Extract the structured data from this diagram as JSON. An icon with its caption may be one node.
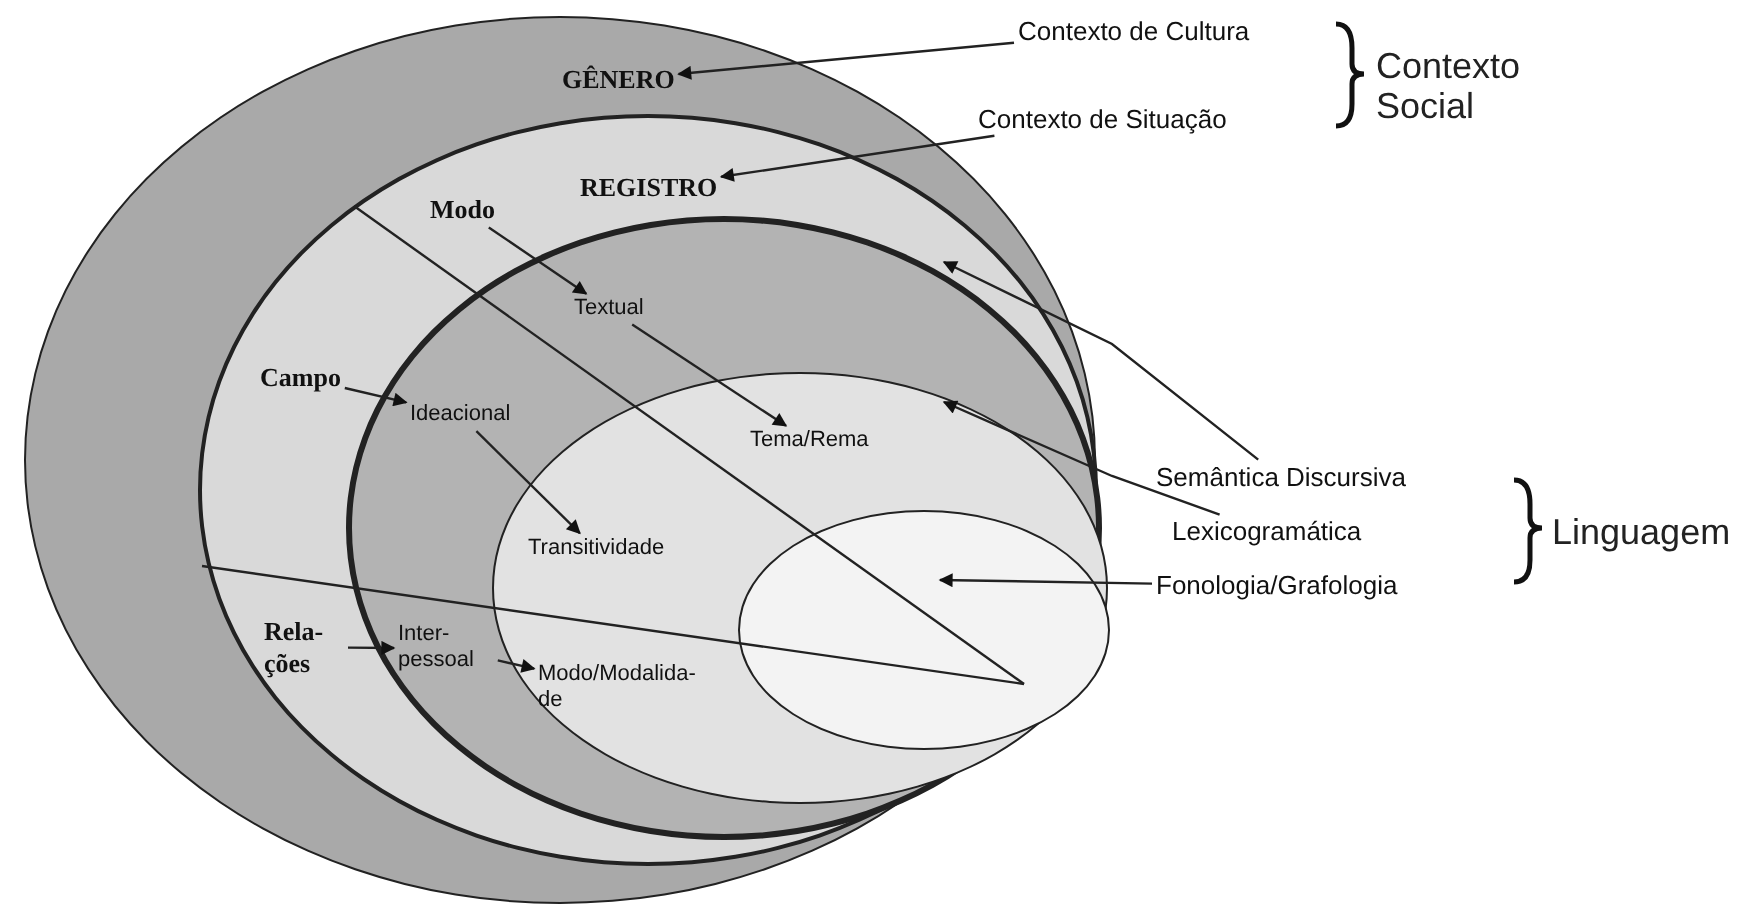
{
  "diagram": {
    "nodes": [
      {
        "text": [],
        "shape": "ellipse"
      },
      {
        "text": [
          "GÊNERO"
        ],
        "in": 0
      },
      {
        "text": [],
        "shape": "ellipse",
        "in": 0
      },
      {
        "text": [
          "REGISTRO"
        ],
        "in": 2
      },
      {
        "text": [
          "Modo"
        ],
        "in": 2
      },
      {
        "text": [
          "Campo"
        ],
        "in": 2
      },
      {
        "text": [
          "Rela- ções"
        ],
        "in": 2
      },
      {
        "text": [],
        "shape": "ellipse",
        "in": 2
      },
      {
        "text": [
          "Textual"
        ],
        "in": 7
      },
      {
        "text": [
          "Ideacional"
        ],
        "in": 7
      },
      {
        "text": [
          "Inter- pessoal"
        ],
        "in": 7
      },
      {
        "text": [],
        "shape": "ellipse",
        "in": 7
      },
      {
        "text": [
          "Tema/Rema"
        ],
        "in": 11
      },
      {
        "text": [
          "Transitividade"
        ],
        "in": 11
      },
      {
        "text": [
          "Modo/Modalida- de"
        ],
        "in": 11
      },
      {
        "text": [],
        "shape": "ellipse",
        "in": 11
      },
      {
        "text": [
          "Contexto de Cultura"
        ]
      },
      {
        "text": [
          "Contexto de Situação"
        ]
      },
      {
        "text": [
          "Semântica Discursiva"
        ]
      },
      {
        "text": [
          "Lexicogramática"
        ]
      },
      {
        "text": [
          "Fonologia/Grafologia"
        ]
      }
    ],
    "edges": [
      {
        "from": 16,
        "to": 1,
        "arrow": "to"
      },
      {
        "from": 17,
        "to": 3,
        "arrow": "to"
      },
      {
        "from": 4,
        "to": 8,
        "arrow": "to"
      },
      {
        "from": 5,
        "to": 9,
        "arrow": "to"
      },
      {
        "from": 6,
        "to": 10,
        "arrow": "to"
      },
      {
        "from": 8,
        "to": 12,
        "arrow": "to"
      },
      {
        "from": 9,
        "to": 13,
        "arrow": "to"
      },
      {
        "from": 10,
        "to": 14,
        "arrow": "to"
      },
      {
        "from": 18,
        "to": 7,
        "arrow": "to"
      },
      {
        "from": 19,
        "to": 11,
        "arrow": "to"
      },
      {
        "from": 20,
        "to": 15,
        "arrow": "to"
      }
    ],
    "labels": [
      "Contexto Social",
      "Linguagem"
    ]
  }
}
